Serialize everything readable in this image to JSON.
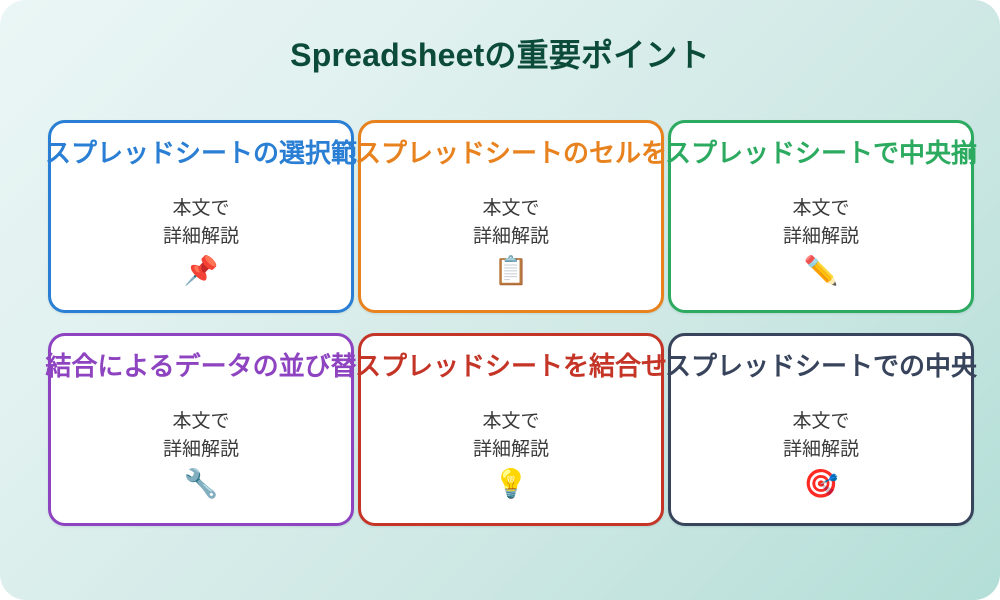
{
  "header": {
    "title": "Spreadsheetの重要ポイント",
    "title_color": "#0b4b38"
  },
  "background": {
    "gradient_from": "#eaf6f5",
    "gradient_to": "#b3ded7"
  },
  "cards": [
    {
      "title": "スプレッドシートの選択範",
      "body": "本文で\n詳細解説",
      "icon": "📌",
      "icon_name": "pushpin-icon",
      "accent": "#2a7fd4",
      "accent_class": "accent-blue"
    },
    {
      "title": "スプレッドシートのセルを",
      "body": "本文で\n詳細解説",
      "icon": "📋",
      "icon_name": "clipboard-icon",
      "accent": "#e8821e",
      "accent_class": "accent-orange"
    },
    {
      "title": "スプレッドシートで中央揃",
      "body": "本文で\n詳細解説",
      "icon": "✏️",
      "icon_name": "pencil-icon",
      "accent": "#2cab60",
      "accent_class": "accent-green"
    },
    {
      "title": "結合によるデータの並び替",
      "body": "本文で\n詳細解説",
      "icon": "🔧",
      "icon_name": "wrench-icon",
      "accent": "#8e44c0",
      "accent_class": "accent-purple"
    },
    {
      "title": "スプレッドシートを結合せ",
      "body": "本文で\n詳細解説",
      "icon": "💡",
      "icon_name": "lightbulb-icon",
      "accent": "#c43527",
      "accent_class": "accent-red"
    },
    {
      "title": "スプレッドシートでの中央",
      "body": "本文で\n詳細解説",
      "icon": "🎯",
      "icon_name": "target-icon",
      "accent": "#38445c",
      "accent_class": "accent-slate"
    }
  ]
}
